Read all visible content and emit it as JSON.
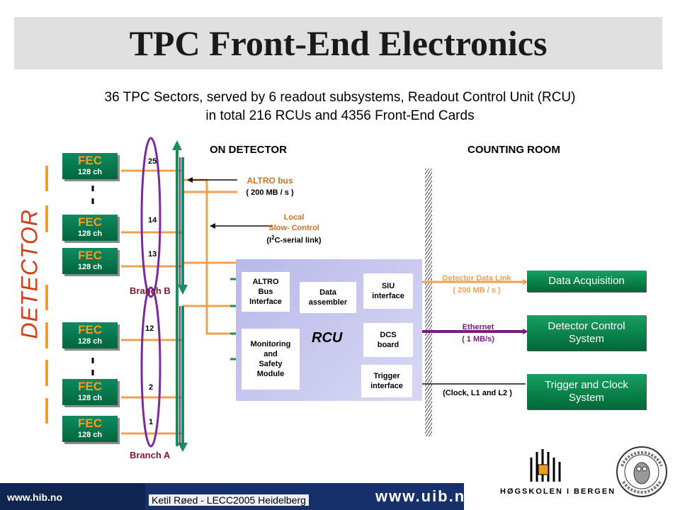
{
  "title": "TPC Front-End Electronics",
  "subtitle_line1": "36 TPC Sectors, served by 6 readout subsystems,  Readout Control Unit (RCU)",
  "subtitle_line2": "in total 216  RCUs and 4356 Front-End Cards",
  "sections": {
    "on_detector": "ON  DETECTOR",
    "counting_room": "COUNTING ROOM"
  },
  "detector_label": "DETECTOR",
  "fec": {
    "title": "FEC",
    "channels": "128 ch"
  },
  "fec_numbers": [
    "25",
    "14",
    "13",
    "12",
    "2",
    "1"
  ],
  "branches": {
    "b": "Branch B",
    "a": "Branch A"
  },
  "signals": {
    "altro_bus": "ALTRO bus",
    "altro_rate": "( 200 MB / s )",
    "slow_control_1": "Local",
    "slow_control_2": "Slow- Control",
    "slow_control_3_pre": "(I",
    "slow_control_3_sup": "2",
    "slow_control_3_post": "C-serial link)",
    "ddl": "Detector Data Link",
    "ddl_rate": "( 200 MB / s )",
    "ethernet": "Ethernet",
    "ethernet_rate": "( 1  MB/s)",
    "trigger": "(Clock,  L1 and L2 )"
  },
  "rcu": {
    "label": "RCU",
    "altro_interface": [
      "ALTRO",
      "Bus",
      "Interface"
    ],
    "monitoring": [
      "Monitoring",
      "and",
      "Safety",
      "Module"
    ],
    "data_assembler": [
      "Data",
      "assembler"
    ],
    "siu": [
      "SIU",
      "interface"
    ],
    "dcs": [
      "DCS",
      "board"
    ],
    "trigger_interface": [
      "Trigger",
      "interface"
    ]
  },
  "counting_room_boxes": {
    "daq": "Data Acquisition",
    "dcs_1": "Detector Control",
    "dcs_2": "System",
    "tcs_1": "Trigger and Clock",
    "tcs_2": "System"
  },
  "colors": {
    "fec": "#00663d",
    "altro_bus": "#f0a050",
    "ddl": "#f0a050",
    "ethernet": "#7a1a80",
    "trigger": "#222222",
    "branch_bus": "#1c8a5a"
  },
  "footer": {
    "left_url": "www.hib.no",
    "author": "Ketil Røed - LECC2005 Heidelberg",
    "right_url": "www.uib.no",
    "hib_name": "HØGSKOLEN I BERGEN"
  }
}
